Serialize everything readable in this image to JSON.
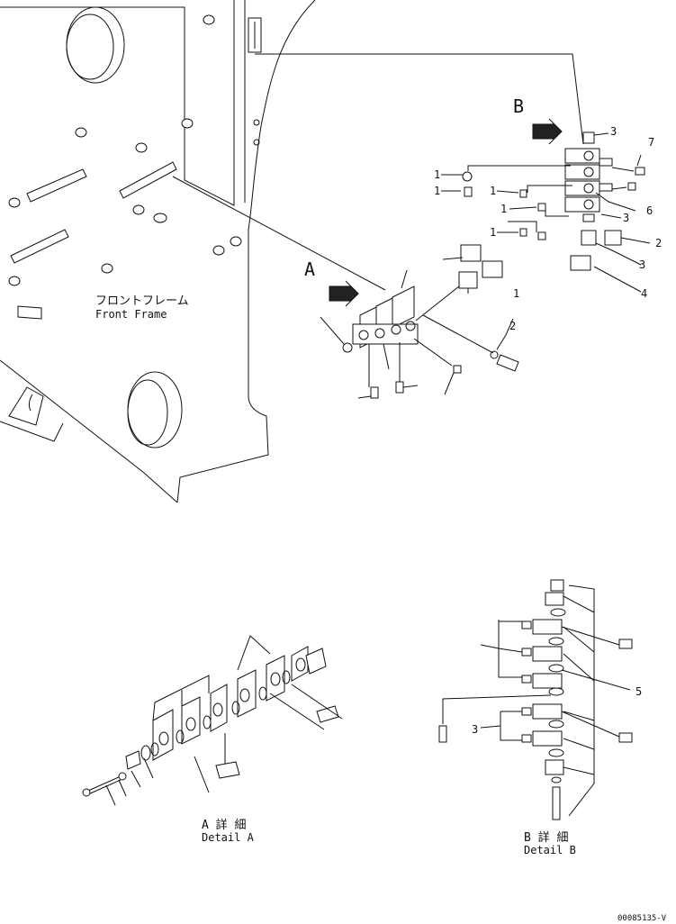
{
  "labels": {
    "view_a": "A",
    "view_b": "B",
    "frame_jp": "フロントフレーム",
    "frame_en": "Front Frame",
    "detail_a_jp": "A 詳 細",
    "detail_a_en": "Detail A",
    "detail_b_jp": "B 詳 細",
    "detail_b_en": "Detail B",
    "drawing_number": "00085135-V"
  },
  "callouts": {
    "b_top_3": "3",
    "b_7": "7",
    "b_left_1a": "1",
    "b_left_1b": "1",
    "b_left_1c": "1",
    "b_left_1d": "1",
    "b_left_1e": "1",
    "b_6": "6",
    "b_3a": "3",
    "b_2": "2",
    "b_3b": "3",
    "b_4": "4",
    "a_1": "1",
    "a_2": "2",
    "detail_b_5": "5",
    "detail_b_3": "3"
  }
}
